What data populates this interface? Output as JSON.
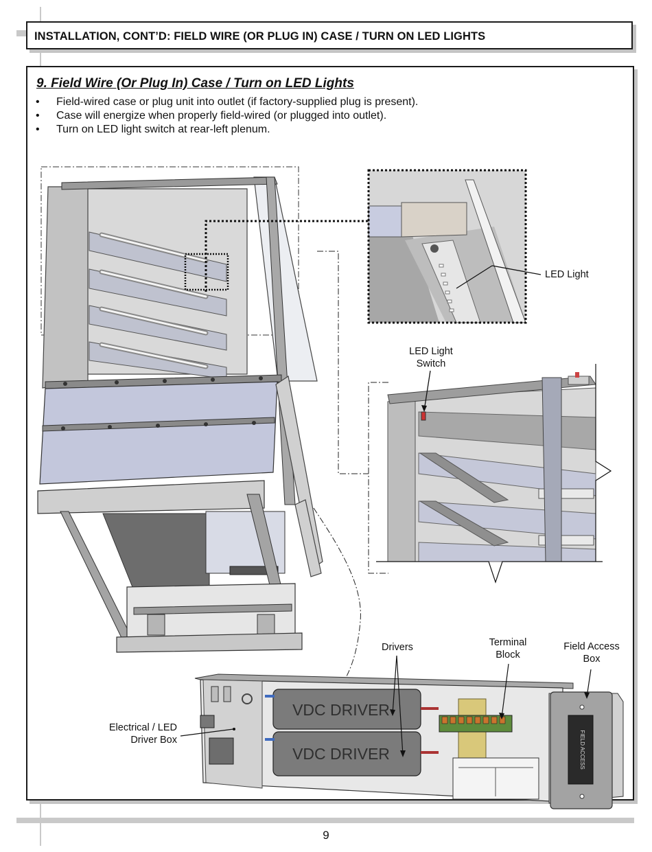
{
  "header": {
    "title": "INSTALLATION, CONT’D: FIELD WIRE (OR PLUG IN) CASE / TURN ON LED LIGHTS"
  },
  "section": {
    "title": "9. Field Wire (Or Plug In) Case / Turn on LED Lights",
    "bullets": [
      "Field-wired case or plug unit into outlet (if factory-supplied plug is present).",
      "Case will energize when properly field-wired (or plugged into outlet).",
      "Turn on LED light switch at rear-left plenum."
    ]
  },
  "labels": {
    "led_light": "LED Light",
    "led_switch_line1": "LED Light",
    "led_switch_line2": "Switch",
    "drivers": "Drivers",
    "terminal_line1": "Terminal",
    "terminal_line2": "Block",
    "field_access_line1": "Field Access",
    "field_access_line2": "Box",
    "electrical_line1": "Electrical / LED",
    "electrical_line2": "Driver Box"
  },
  "artwork_text": {
    "driver_1": "VDC DRIVER",
    "driver_2": "VDC DRIVER",
    "field_access_plate": "FIELD ACCESS"
  },
  "footer": {
    "page_number": "9"
  }
}
